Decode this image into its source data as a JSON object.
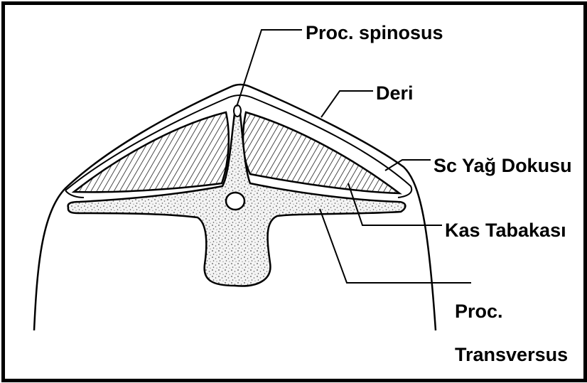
{
  "diagram": {
    "labels": {
      "proc_spinosus": "Proc. spinosus",
      "deri": "Deri",
      "sc_yag_dokusu": "Sc Yağ Dokusu",
      "kas_tabakasi": "Kas Tabakası",
      "proc_transversus_line1": "Proc.",
      "proc_transversus_line2": "Transversus"
    }
  }
}
